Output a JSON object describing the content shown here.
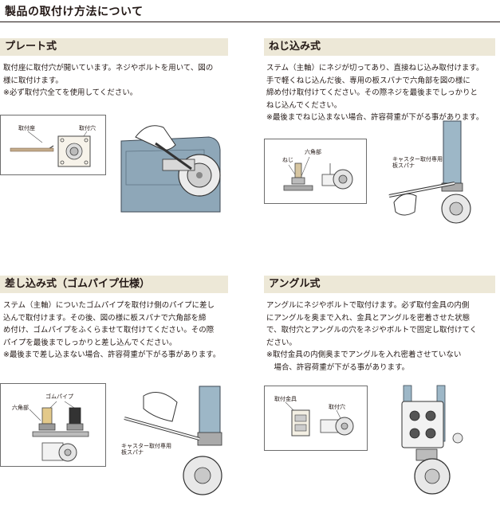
{
  "page": {
    "title": "製品の取付け方法について"
  },
  "sections": {
    "plate": {
      "heading": "プレート式",
      "body": "取付座に取付穴が開いています。ネジやボルトを用いて、図の\n様に取付けます。\n※必ず取付穴全てを使用してください。",
      "diagram_labels": {
        "seat": "取付座",
        "hole": "取付穴"
      }
    },
    "screw": {
      "heading": "ねじ込み式",
      "body": "ステム（主軸）にネジが切ってあり、直接ねじ込み取付けます。\n手で軽くねじ込んだ後、専用の板スパナで六角部を図の様に\n締め付け取付けてください。その際ネジを最後までしっかりと\nねじ込んでください。\n※最後までねじ込まない場合、許容荷重が下がる事があります。",
      "diagram_labels": {
        "screw": "ねじ",
        "hex": "六角部",
        "wrench": "キャスター取付専用\n板スパナ"
      }
    },
    "insert": {
      "heading": "差し込み式（ゴムパイプ仕様）",
      "body": "ステム（主軸）についたゴムパイプを取付け側のパイプに差し\n込んで取付けます。その後、図の様に板スパナで六角部を締\nめ付け、ゴムパイプをふくらませて取付けてください。その際\nパイプを最後までしっかりと差し込んでください。\n※最後まで差し込まない場合、許容荷重が下がる事があります。",
      "diagram_labels": {
        "rubber": "ゴムパイプ",
        "hex": "六角部",
        "wrench": "キャスター取付専用\n板スパナ"
      }
    },
    "angle": {
      "heading": "アングル式",
      "body": "アングルにネジやボルトで取付けます。必ず取付金具の内側\nにアングルを奥まで入れ、金具とアングルを密着させた状態\nで、取付穴とアングルの穴をネジやボルトで固定し取付けてく\nださい。\n※取付金具の内側奥までアングルを入れ密着させていない\n　場合、許容荷重が下がる事があります。",
      "diagram_labels": {
        "bracket": "取付金具",
        "hole": "取付穴"
      }
    }
  }
}
